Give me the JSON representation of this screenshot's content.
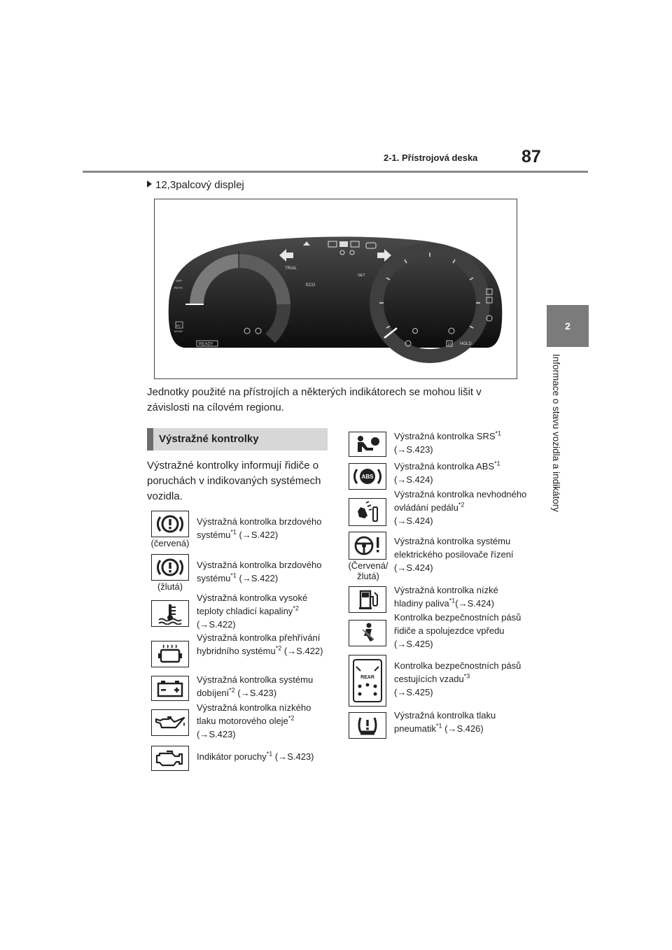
{
  "header": {
    "section": "2-1. Přístrojová deska",
    "page_number": "87"
  },
  "side_tab": {
    "number": "2",
    "chapter": "Informace o stavu vozidla a indikátory"
  },
  "lead_item": "12,3palcový displej",
  "dashboard_labels": {
    "trail": "TRAIL",
    "eco": "ECO",
    "set": "SET",
    "ready": "READY",
    "hold": "HOLD",
    "off": "OFF",
    "rcta": "RCTA",
    "ev": "EV",
    "mode": "MODE",
    "park": "P"
  },
  "note": "Jednotky použité na přístrojích a některých indikátorech se mohou lišit v závislosti na cílovém regionu.",
  "section_title": "Výstražné kontrolky",
  "intro": "Výstražné kontrolky informují řidiče o poruchách v indikovaných systémech vozidla.",
  "left_items": [
    {
      "icon": "brake-warning-icon",
      "caption": "(červená)",
      "text": "Výstražná kontrolka brzdového systému",
      "sup": "*1",
      "ref": " (→S.422)"
    },
    {
      "icon": "brake-warning-icon",
      "caption": "(žlutá)",
      "text": "Výstražná kontrolka brzdového systému",
      "sup": "*1",
      "ref": " (→S.422)"
    },
    {
      "icon": "coolant-temperature-icon",
      "caption": "",
      "text": "Výstražná kontrolka vysoké teploty chladicí kapaliny",
      "sup": "*2",
      "ref": " (→S.422)"
    },
    {
      "icon": "hybrid-overheat-icon",
      "caption": "",
      "text": "Výstražná kontrolka přehřívání hybridního systému",
      "sup": "*2",
      "ref": " (→S.422)"
    },
    {
      "icon": "battery-charging-icon",
      "caption": "",
      "text": "Výstražná kontrolka systému dobíjení",
      "sup": "*2",
      "ref": " (→S.423)"
    },
    {
      "icon": "oil-pressure-icon",
      "caption": "",
      "text": "Výstražná kontrolka nízkého tlaku motorového oleje",
      "sup": "*2",
      "ref": " (→S.423)"
    },
    {
      "icon": "check-engine-icon",
      "caption": "",
      "text": "Indikátor poruchy",
      "sup": "*1",
      "ref": " (→S.423)"
    }
  ],
  "right_items": [
    {
      "icon": "srs-airbag-icon",
      "caption": "",
      "text": "Výstražná kontrolka SRS",
      "sup": "*1",
      "ref": " (→S.423)"
    },
    {
      "icon": "abs-icon",
      "caption": "",
      "text": "Výstražná kontrolka ABS",
      "sup": "*1",
      "ref": " (→S.424)"
    },
    {
      "icon": "pedal-misoperation-icon",
      "caption": "",
      "text": "Výstražná kontrolka nevhodného ovládání pedálu",
      "sup": "*2",
      "ref": " (→S.424)"
    },
    {
      "icon": "power-steering-icon",
      "caption": "(Červená/ žlutá)",
      "text": "Výstražná kontrolka systému elektrického posilovače řízení",
      "sup": "",
      "ref": " (→S.424)"
    },
    {
      "icon": "low-fuel-icon",
      "caption": "",
      "text": "Výstražná kontrolka nízké hladiny paliva",
      "sup": "*1",
      "ref": "(→S.424)"
    },
    {
      "icon": "seatbelt-front-icon",
      "caption": "",
      "text": "Kontrolka bezpečnostních pásů řidiče a spolujezdce vpředu",
      "sup": "",
      "ref": " (→S.425)"
    },
    {
      "icon": "seatbelt-rear-icon",
      "caption": "",
      "text": "Kontrolka bezpečnostních pásů cestujících vzadu",
      "sup": "*3",
      "ref": " (→S.425)"
    },
    {
      "icon": "tire-pressure-icon",
      "caption": "",
      "text": "Výstražná kontrolka tlaku pneumatik",
      "sup": "*1",
      "ref": " (→S.426)"
    }
  ],
  "rear_label": "REAR"
}
